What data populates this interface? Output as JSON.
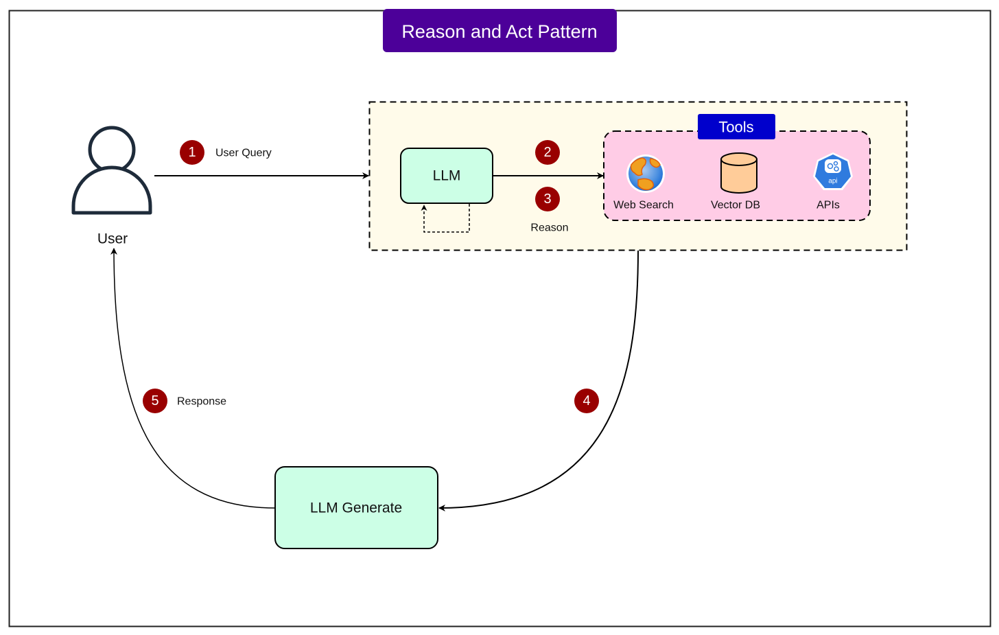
{
  "title": "Reason and Act Pattern",
  "colors": {
    "title_bg": "#4c0099",
    "tools_header_bg": "#0000cc",
    "agent_container_bg": "#fffbea",
    "tools_container_bg": "#ffcce6",
    "llm_box_bg": "#ccffe6",
    "badge_bg": "#990000",
    "vector_db_fill": "#ffcc99",
    "api_icon_bg": "#2f7bde"
  },
  "user": {
    "label": "User",
    "icon": "user-icon"
  },
  "llm": {
    "label": "LLM"
  },
  "llm_generate": {
    "label": "LLM Generate"
  },
  "tools": {
    "title": "Tools",
    "items": [
      {
        "label": "Web Search",
        "icon": "globe-icon"
      },
      {
        "label": "Vector DB",
        "icon": "database-icon"
      },
      {
        "label": "APIs",
        "icon": "api-icon",
        "icon_text": "api"
      }
    ]
  },
  "steps": [
    {
      "number": "1",
      "label": "User Query"
    },
    {
      "number": "2",
      "label": ""
    },
    {
      "number": "3",
      "label": "Reason"
    },
    {
      "number": "4",
      "label": ""
    },
    {
      "number": "5",
      "label": "Response"
    }
  ]
}
